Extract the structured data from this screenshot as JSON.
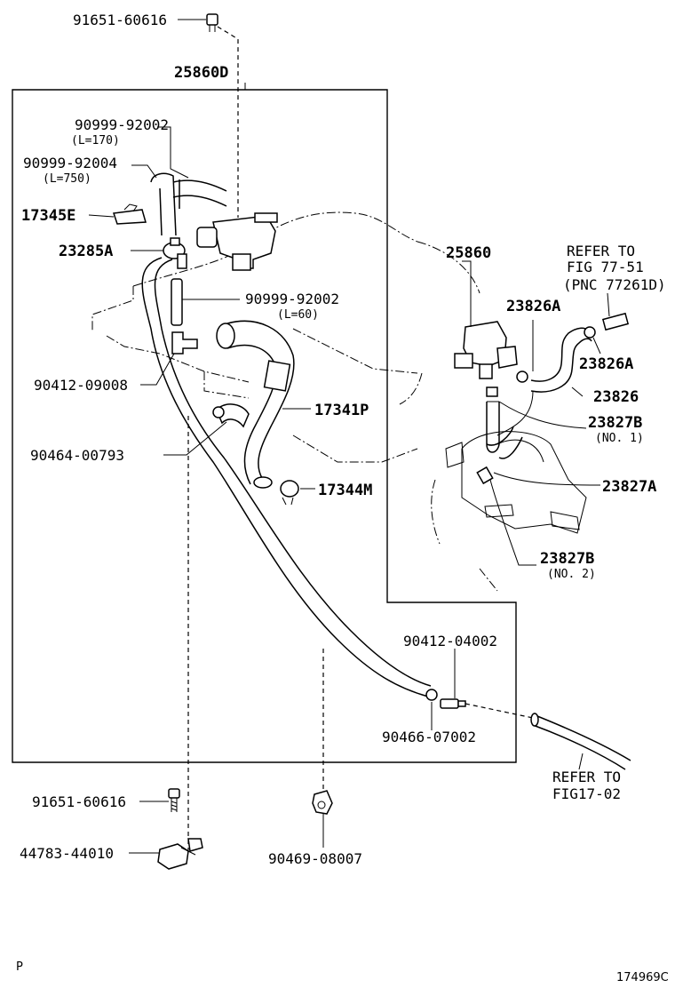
{
  "labels": {
    "p91651_top": "91651-60616",
    "p25860D": "25860D",
    "p90999_92002_a": "90999-92002",
    "p90999_92002_a_len": "(L=170)",
    "p90999_92004": "90999-92004",
    "p90999_92004_len": "(L=750)",
    "p17345E": "17345E",
    "p23285A": "23285A",
    "p90999_92002_b": "90999-92002",
    "p90999_92002_b_len": "(L=60)",
    "p90412_09008": "90412-09008",
    "p17341P": "17341P",
    "p90464_00793": "90464-00793",
    "p17344M": "17344M",
    "p25860": "25860",
    "refer_77_line1": "REFER TO",
    "refer_77_line2": "FIG 77-51",
    "refer_77_line3": "(PNC 77261D)",
    "p23826A_1": "23826A",
    "p23826A_2": "23826A",
    "p23826": "23826",
    "p23827B_1": "23827B",
    "p23827B_1_no": "(NO. 1)",
    "p23827A": "23827A",
    "p23827B_2": "23827B",
    "p23827B_2_no": "(NO. 2)",
    "p90412_04002": "90412-04002",
    "p90466_07002": "90466-07002",
    "refer_17_line1": "REFER TO",
    "refer_17_line2": "FIG17-02",
    "p91651_bottom": "91651-60616",
    "p44783_44010": "44783-44010",
    "p90469_08007": "90469-08007",
    "corner_letter": "P",
    "figure_code": "174969C"
  }
}
